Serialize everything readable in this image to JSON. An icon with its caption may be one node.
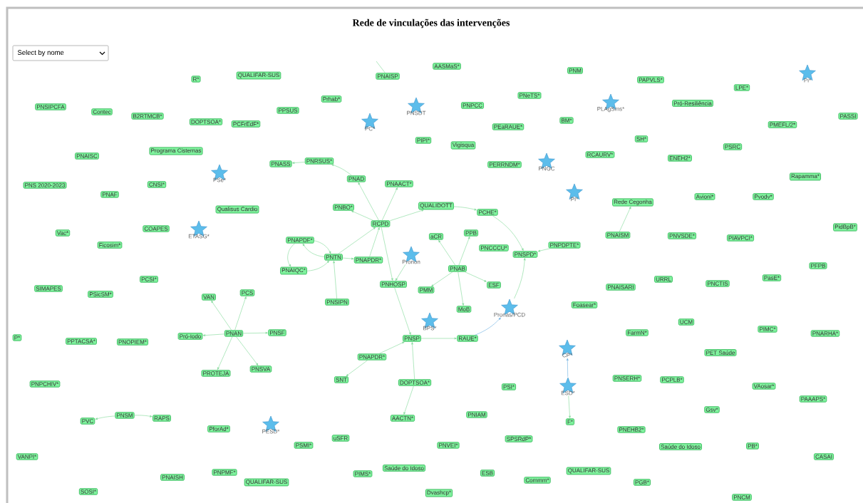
{
  "diagram": {
    "title": "Rede de vinculações das intervenções",
    "nodes": [
      {
        "text": [
          "R*"
        ]
      },
      {
        "text": [
          "QUALIFAR-SUS"
        ]
      },
      {
        "text": [
          "PNSIPCFA"
        ]
      },
      {
        "text": [
          "Contec"
        ]
      },
      {
        "text": [
          "B2RTMCB*"
        ]
      },
      {
        "text": [
          "DOPTSOA*"
        ]
      },
      {
        "text": [
          "PCFrEdF*"
        ]
      },
      {
        "text": [
          "PPSUS"
        ]
      },
      {
        "text": [
          "Programa Cisternas"
        ]
      },
      {
        "text": [
          "PNAISC"
        ]
      },
      {
        "text": [
          "PNASS"
        ]
      },
      {
        "text": [],
        "shape": "star",
        "beside": [
          "PSe*"
        ]
      },
      {
        "text": [
          "PNS 2020-2023"
        ]
      },
      {
        "text": [
          "CNSI*"
        ]
      },
      {
        "text": [
          "PNAF"
        ]
      },
      {
        "text": [
          "Qualisus Cardio"
        ]
      },
      {
        "text": [
          "COAPES"
        ]
      },
      {
        "text": [],
        "shape": "star",
        "beside": [
          "ETASG*"
        ]
      },
      {
        "text": [
          "Vac*"
        ]
      },
      {
        "text": [
          "Ficosim*"
        ]
      },
      {
        "text": [
          "PNAISP"
        ]
      },
      {
        "text": [
          "AASMaS*"
        ]
      },
      {
        "text": [
          "Prhab*"
        ]
      },
      {
        "text": [],
        "shape": "star",
        "beside": [
          "PNSDT"
        ]
      },
      {
        "text": [],
        "shape": "star",
        "beside": [
          "PC*"
        ]
      },
      {
        "text": [
          "PNPCC"
        ]
      },
      {
        "text": [
          "PNeTS*"
        ]
      },
      {
        "text": [
          "BM*"
        ]
      },
      {
        "text": [
          "PEaRAUE*"
        ]
      },
      {
        "text": [
          "PIPI*"
        ]
      },
      {
        "text": [
          "Vigisqua"
        ]
      },
      {
        "text": [
          "PNRSUS*"
        ]
      },
      {
        "text": [
          "PERRNDM*"
        ]
      },
      {
        "text": [],
        "shape": "star",
        "beside": [
          "PNGC"
        ]
      },
      {
        "text": [
          "PNAD"
        ]
      },
      {
        "text": [
          "PNAACT*"
        ]
      },
      {
        "text": [
          "PNBO*"
        ]
      },
      {
        "text": [
          "QUALIDOTT"
        ]
      },
      {
        "text": [
          "PCHE*"
        ]
      },
      {
        "text": [
          "RCPD"
        ]
      },
      {
        "text": [
          "aCR"
        ]
      },
      {
        "text": [
          "PPB"
        ]
      },
      {
        "text": [
          "PNCCCU*"
        ]
      },
      {
        "text": [
          "PNSPD*"
        ]
      },
      {
        "text": [
          "PNPDPTE*"
        ]
      },
      {
        "text": [
          "PNAPDF*"
        ]
      },
      {
        "text": [
          "PNTN"
        ]
      },
      {
        "text": [
          "PNAPDR*"
        ]
      },
      {
        "text": [],
        "shape": "star",
        "beside": [
          "Pronon"
        ]
      },
      {
        "text": [
          "PNAB"
        ]
      },
      {
        "text": [
          "PNAIQC*"
        ]
      },
      {
        "text": [
          "PNM"
        ]
      },
      {
        "text": [
          "PAPVLS*"
        ]
      },
      {
        "text": [],
        "shape": "star",
        "beside": [
          "PLAgSms*"
        ]
      },
      {
        "text": [
          "LPE*"
        ]
      },
      {
        "text": [],
        "shape": "star",
        "beside": [
          "Pi*"
        ]
      },
      {
        "text": [
          "Pró-Resiliência"
        ]
      },
      {
        "text": [
          "PMEFL/2*"
        ]
      },
      {
        "text": [
          "PASSI"
        ]
      },
      {
        "text": [
          "SH*"
        ]
      },
      {
        "text": [
          "RCAURV*"
        ]
      },
      {
        "text": [
          "ENEH2*"
        ]
      },
      {
        "text": [
          "PSRC"
        ]
      },
      {
        "text": [
          "Rapamma*"
        ]
      },
      {
        "text": [],
        "shape": "star",
        "beside": [
          "PI*"
        ]
      },
      {
        "text": [
          "Rede Cegonha"
        ]
      },
      {
        "text": [
          "Avioni*"
        ]
      },
      {
        "text": [
          "Pvodv*"
        ]
      },
      {
        "text": [
          "PNAISM"
        ]
      },
      {
        "text": [
          "PNVSDE*"
        ]
      },
      {
        "text": [
          "PIAVPCI*"
        ]
      },
      {
        "text": [
          "PidBpB*"
        ]
      },
      {
        "text": [
          "PFPB"
        ]
      },
      {
        "text": [
          "PCSI*"
        ]
      },
      {
        "text": [
          "SIMAPES"
        ]
      },
      {
        "text": [
          "PSicSM*"
        ]
      },
      {
        "text": [
          "VAN"
        ]
      },
      {
        "text": [
          "PCS"
        ]
      },
      {
        "text": [
          "P*"
        ]
      },
      {
        "text": [
          "PPTACSA*"
        ]
      },
      {
        "text": [
          "PNOPIEM*"
        ]
      },
      {
        "text": [
          "Pró-Iodo"
        ]
      },
      {
        "text": [
          "PNAN"
        ]
      },
      {
        "text": [
          "PNSF"
        ]
      },
      {
        "text": [
          "PROTEJA"
        ]
      },
      {
        "text": [
          "PNSVA"
        ]
      },
      {
        "text": [
          "PNPCHIV*"
        ]
      },
      {
        "text": [
          "PVC"
        ]
      },
      {
        "text": [
          "PNSM"
        ]
      },
      {
        "text": [
          "RAPS"
        ]
      },
      {
        "text": [
          "PforAd*"
        ]
      },
      {
        "text": [],
        "shape": "star",
        "beside": [
          "PESD*"
        ]
      },
      {
        "text": [
          "VANPI*"
        ]
      },
      {
        "text": [
          "PNAISH"
        ]
      },
      {
        "text": [
          "PNPMF*"
        ]
      },
      {
        "text": [
          "QUALIFAR-SUS"
        ]
      },
      {
        "text": [
          "SOSI*"
        ]
      },
      {
        "text": [
          "PNHOSP"
        ]
      },
      {
        "text": [
          "PMM"
        ]
      },
      {
        "text": [
          "ESF"
        ]
      },
      {
        "text": [
          "PNSIPN"
        ]
      },
      {
        "text": [
          "MoB"
        ]
      },
      {
        "text": [],
        "shape": "star",
        "beside": [
          "Pronas/PCD"
        ]
      },
      {
        "text": [],
        "shape": "star",
        "beside": [
          "BPS*"
        ]
      },
      {
        "text": [
          "PNSP"
        ]
      },
      {
        "text": [
          "RAUE*"
        ]
      },
      {
        "text": [
          "PNAPDR*"
        ]
      },
      {
        "text": [
          "SNT"
        ]
      },
      {
        "text": [
          "DOPTSOA*"
        ]
      },
      {
        "text": [],
        "shape": "star",
        "beside": [
          "CP*"
        ]
      },
      {
        "text": [],
        "shape": "star",
        "beside": [
          "ESD*"
        ]
      },
      {
        "text": [
          "PSI*"
        ]
      },
      {
        "text": [
          "F*"
        ]
      },
      {
        "text": [
          "AACTN*"
        ]
      },
      {
        "text": [
          "PNIAM"
        ]
      },
      {
        "text": [
          "PSMI*"
        ]
      },
      {
        "text": [
          "uSFR"
        ]
      },
      {
        "text": [
          "PNVEI*"
        ]
      },
      {
        "text": [
          "SPSRdP*"
        ]
      },
      {
        "text": [
          "PIMS*"
        ]
      },
      {
        "text": [
          "Saúde do Idoso"
        ]
      },
      {
        "text": [
          "ESB"
        ]
      },
      {
        "text": [
          "Commm*"
        ]
      },
      {
        "text": [
          "Dvashcp*"
        ]
      },
      {
        "text": [
          "PNAISARI"
        ]
      },
      {
        "text": [
          "URRL"
        ]
      },
      {
        "text": [
          "PNCTIS"
        ]
      },
      {
        "text": [
          "PasE*"
        ]
      },
      {
        "text": [
          "Foasear*"
        ]
      },
      {
        "text": [
          "UCM"
        ]
      },
      {
        "text": [
          "FarmN*"
        ]
      },
      {
        "text": [
          "PIMC*"
        ]
      },
      {
        "text": [
          "PNARHA*"
        ]
      },
      {
        "text": [
          "PET Saúde"
        ]
      },
      {
        "text": [
          "PNSERH*"
        ]
      },
      {
        "text": [
          "PCPLB*"
        ]
      },
      {
        "text": [
          "VAosar*"
        ]
      },
      {
        "text": [
          "PAAAPS*"
        ]
      },
      {
        "text": [
          "Gsv*"
        ]
      },
      {
        "text": [
          "PNEHB2*"
        ]
      },
      {
        "text": [
          "Saúde do Idoso"
        ]
      },
      {
        "text": [
          "PB*"
        ]
      },
      {
        "text": [
          "CASAI"
        ]
      },
      {
        "text": [
          "QUALIFAR-SUS"
        ]
      },
      {
        "text": [
          "PGB*"
        ]
      },
      {
        "text": [
          "PNCM"
        ]
      }
    ],
    "edges": [
      {
        "from": 39,
        "to": 34,
        "arrow": "to"
      },
      {
        "from": 34,
        "to": 31,
        "arrow": "to"
      },
      {
        "from": 31,
        "to": 10,
        "arrow": "to"
      },
      {
        "from": 39,
        "to": 35,
        "arrow": "to"
      },
      {
        "from": 39,
        "to": 36,
        "arrow": "to"
      },
      {
        "from": 39,
        "to": 37,
        "arrow": "to"
      },
      {
        "from": 37,
        "to": 38,
        "arrow": "to"
      },
      {
        "from": 38,
        "to": 43,
        "arrow": "to"
      },
      {
        "from": 44,
        "to": 43,
        "arrow": "to"
      },
      {
        "from": 46,
        "to": 39,
        "arrow": "to"
      },
      {
        "from": 47,
        "to": 39,
        "arrow": "to"
      },
      {
        "from": 46,
        "to": 47,
        "arrow": "to"
      },
      {
        "from": 45,
        "to": 46,
        "arrow": "to"
      },
      {
        "from": 46,
        "to": 45,
        "arrow": "to"
      },
      {
        "from": 45,
        "to": 50,
        "arrow": "to"
      },
      {
        "from": 50,
        "to": 46,
        "arrow": "to"
      },
      {
        "from": 100,
        "to": 46,
        "arrow": "to"
      },
      {
        "from": 39,
        "to": 97,
        "arrow": "to"
      },
      {
        "from": 48,
        "to": 97,
        "arrow": "to"
      },
      {
        "from": 97,
        "to": 104,
        "arrow": "to"
      },
      {
        "from": 49,
        "to": 40,
        "arrow": "to"
      },
      {
        "from": 49,
        "to": 41,
        "arrow": "to"
      },
      {
        "from": 49,
        "to": 98,
        "arrow": "to"
      },
      {
        "from": 49,
        "to": 99,
        "arrow": "to"
      },
      {
        "from": 49,
        "to": 101,
        "arrow": "to"
      },
      {
        "from": 104,
        "to": 105,
        "arrow": "to"
      },
      {
        "from": 105,
        "to": 102,
        "arrow": "to",
        "color": "#6aaee0"
      },
      {
        "from": 102,
        "to": 43,
        "arrow": "to"
      },
      {
        "from": 106,
        "to": 104,
        "arrow": "to"
      },
      {
        "from": 106,
        "to": 107,
        "arrow": "to"
      },
      {
        "from": 108,
        "to": 104,
        "arrow": "to"
      },
      {
        "from": 108,
        "to": 113,
        "arrow": "to"
      },
      {
        "from": 110,
        "to": 109,
        "arrow": "to",
        "color": "#6aaee0"
      },
      {
        "from": 110,
        "to": 112,
        "arrow": "to"
      },
      {
        "from": 68,
        "to": 65,
        "arrow": "to"
      },
      {
        "from": 82,
        "to": 76,
        "arrow": "to"
      },
      {
        "from": 82,
        "to": 77,
        "arrow": "to"
      },
      {
        "from": 82,
        "to": 81,
        "arrow": "to"
      },
      {
        "from": 82,
        "to": 83,
        "arrow": "to"
      },
      {
        "from": 82,
        "to": 84,
        "arrow": "to"
      },
      {
        "from": 82,
        "to": 85,
        "arrow": "to"
      },
      {
        "from": 88,
        "to": 87,
        "arrow": "to"
      },
      {
        "from": 88,
        "to": 89,
        "arrow": "to"
      },
      {
        "from": null,
        "to": 20,
        "arrow": "none"
      }
    ],
    "labels": [
      "Select by nome"
    ]
  }
}
